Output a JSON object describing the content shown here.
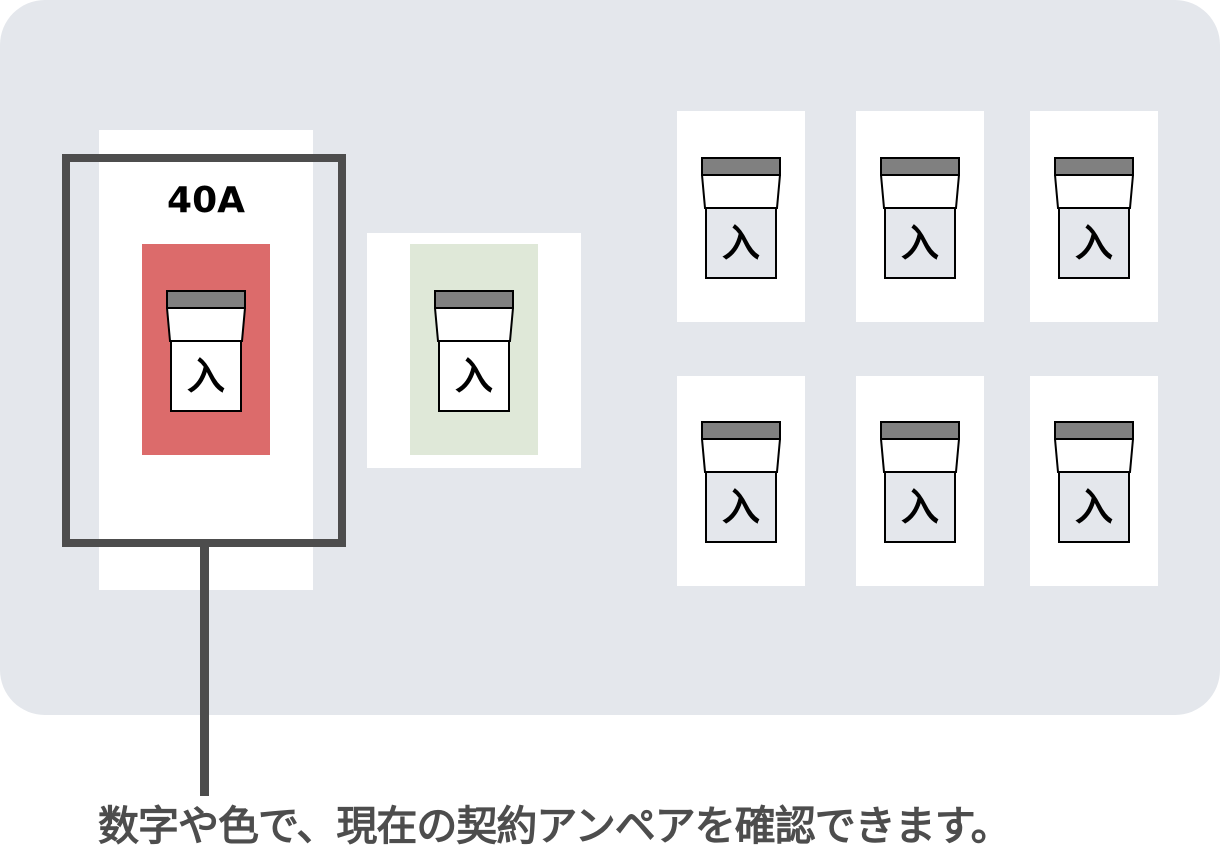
{
  "panel": {
    "background_color": "#e4e7ec",
    "main_breaker": {
      "label": "40A",
      "color": "#dc6b6b",
      "switch_label": "入"
    },
    "earth_leakage_breaker": {
      "color": "#dfe8d8",
      "switch_label": "入"
    },
    "branch_breakers": [
      {
        "row": 1,
        "col": 1,
        "switch_label": "入"
      },
      {
        "row": 1,
        "col": 2,
        "switch_label": "入"
      },
      {
        "row": 1,
        "col": 3,
        "switch_label": "入"
      },
      {
        "row": 2,
        "col": 1,
        "switch_label": "入"
      },
      {
        "row": 2,
        "col": 2,
        "switch_label": "入"
      },
      {
        "row": 2,
        "col": 3,
        "switch_label": "入"
      }
    ]
  },
  "callout": {
    "color": "#4d4d4d",
    "caption": "数字や色で、現在の契約アンペアを確認できます。"
  }
}
